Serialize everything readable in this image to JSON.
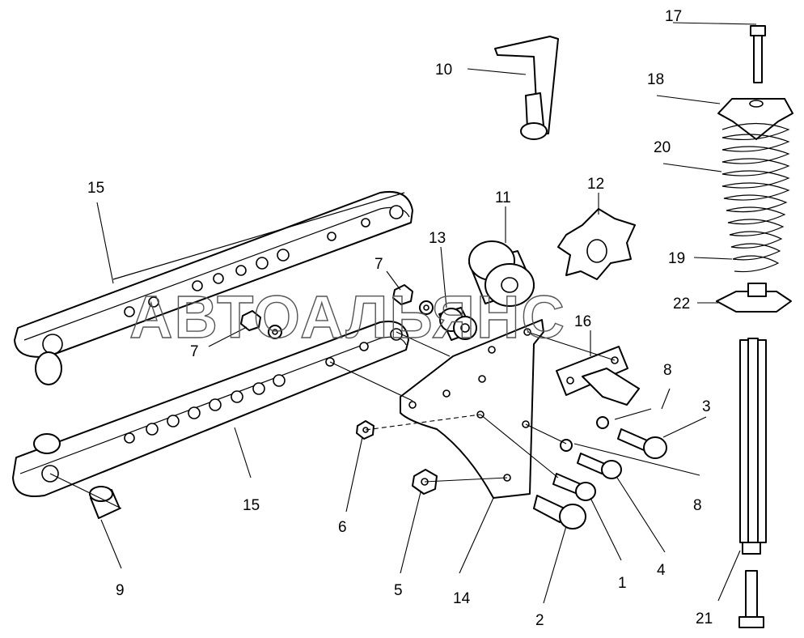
{
  "watermark": "АВТОАЛЬЯНС",
  "callouts": {
    "c1": "1",
    "c2": "2",
    "c3": "3",
    "c4": "4",
    "c5": "5",
    "c6": "6",
    "c7a": "7",
    "c7b": "7",
    "c8a": "8",
    "c8b": "8",
    "c9": "9",
    "c10": "10",
    "c11": "11",
    "c12": "12",
    "c13": "13",
    "c14": "14",
    "c15a": "15",
    "c15b": "15",
    "c16": "16",
    "c17": "17",
    "c18": "18",
    "c19": "19",
    "c20": "20",
    "c21": "21",
    "c22": "22"
  }
}
